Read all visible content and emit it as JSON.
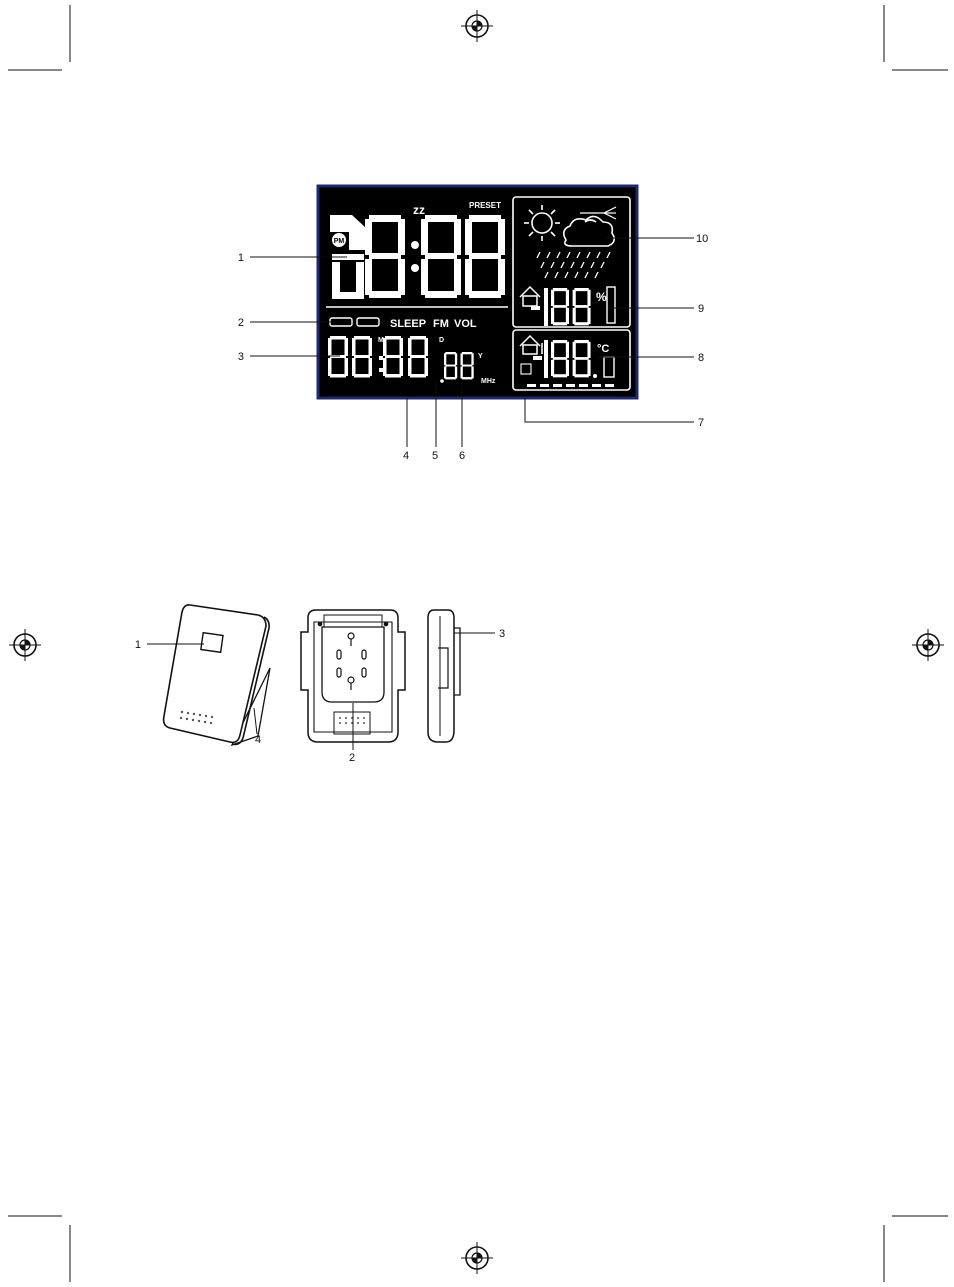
{
  "lcd": {
    "time_digits": "8888",
    "indicators": {
      "pm": "PM",
      "preset": "PRESET",
      "snooze": "zz",
      "sleep": "SLEEP",
      "fm": "FM",
      "vol": "VOL"
    },
    "date_digits": "8888",
    "date_marks": {
      "m": "M",
      "d": "D",
      "y": "Y"
    },
    "freq_digits": "88",
    "freq_unit": "MHz",
    "humidity": {
      "digits": "88",
      "unit": "%"
    },
    "temperature": {
      "digits": "88.8",
      "unit": "°C"
    }
  },
  "display_callouts": [
    "1",
    "2",
    "3",
    "4",
    "5",
    "6",
    "7",
    "8",
    "9",
    "10"
  ],
  "sensor_callouts": [
    "1",
    "2",
    "3",
    "4"
  ]
}
